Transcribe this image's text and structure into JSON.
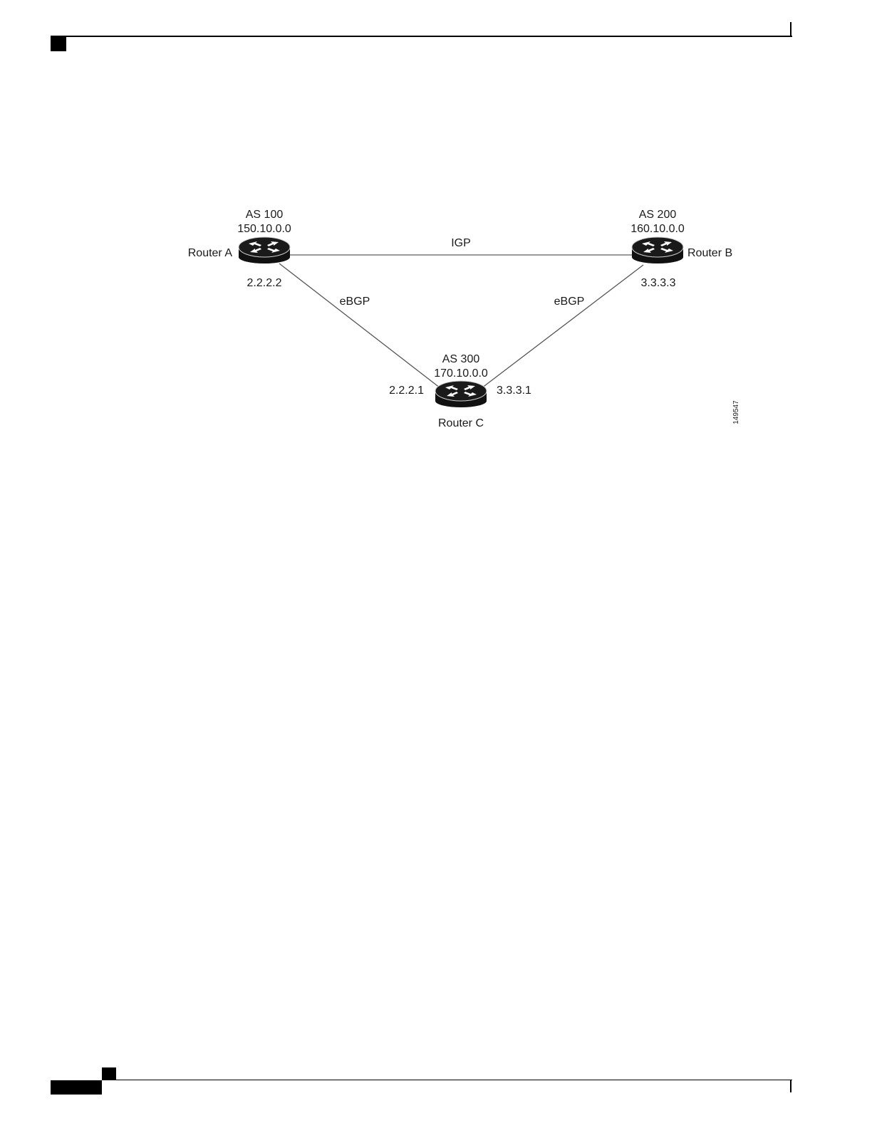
{
  "figure_id": "149547",
  "routers": [
    {
      "id": "A",
      "name": "Router A",
      "as": "AS 100",
      "network": "150.10.0.0",
      "interface_ip": "2.2.2.2"
    },
    {
      "id": "B",
      "name": "Router B",
      "as": "AS 200",
      "network": "160.10.0.0",
      "interface_ip": "3.3.3.3"
    },
    {
      "id": "C",
      "name": "Router C",
      "as": "AS 300",
      "network": "170.10.0.0",
      "interface_ip_left": "2.2.2.1",
      "interface_ip_right": "3.3.3.1"
    }
  ],
  "links": [
    {
      "from": "A",
      "to": "B",
      "label": "IGP"
    },
    {
      "from": "A",
      "to": "C",
      "label": "eBGP"
    },
    {
      "from": "B",
      "to": "C",
      "label": "eBGP"
    }
  ],
  "colors": {
    "link": "#9a9a9a",
    "router_body": "#111111",
    "router_top": "#1a1a1a",
    "router_arrows": "#ffffff"
  },
  "icons": {
    "router": "router-icon"
  }
}
